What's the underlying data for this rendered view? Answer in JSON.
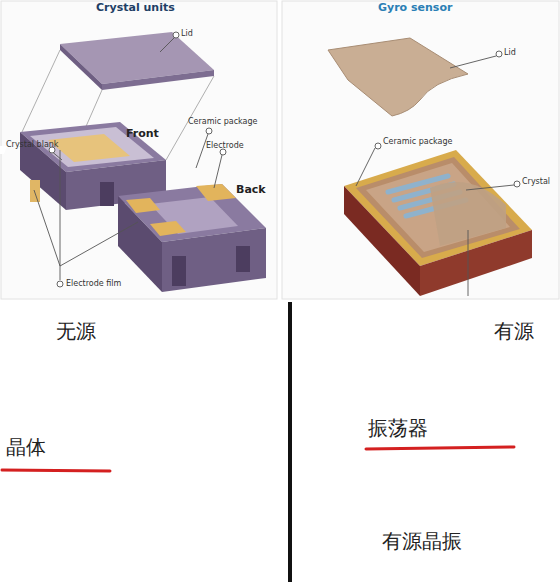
{
  "diagram": {
    "labels": [
      "Crystal units",
      "Gyro sensor",
      "Lid",
      "Crystal blank",
      "Front",
      "Ceramic package",
      "Electrode",
      "Back",
      "Electrode film",
      "Lid",
      "Ceramic package",
      "Crystal",
      "无源",
      "有源",
      "晶体",
      "振荡器",
      "有源晶振"
    ]
  }
}
